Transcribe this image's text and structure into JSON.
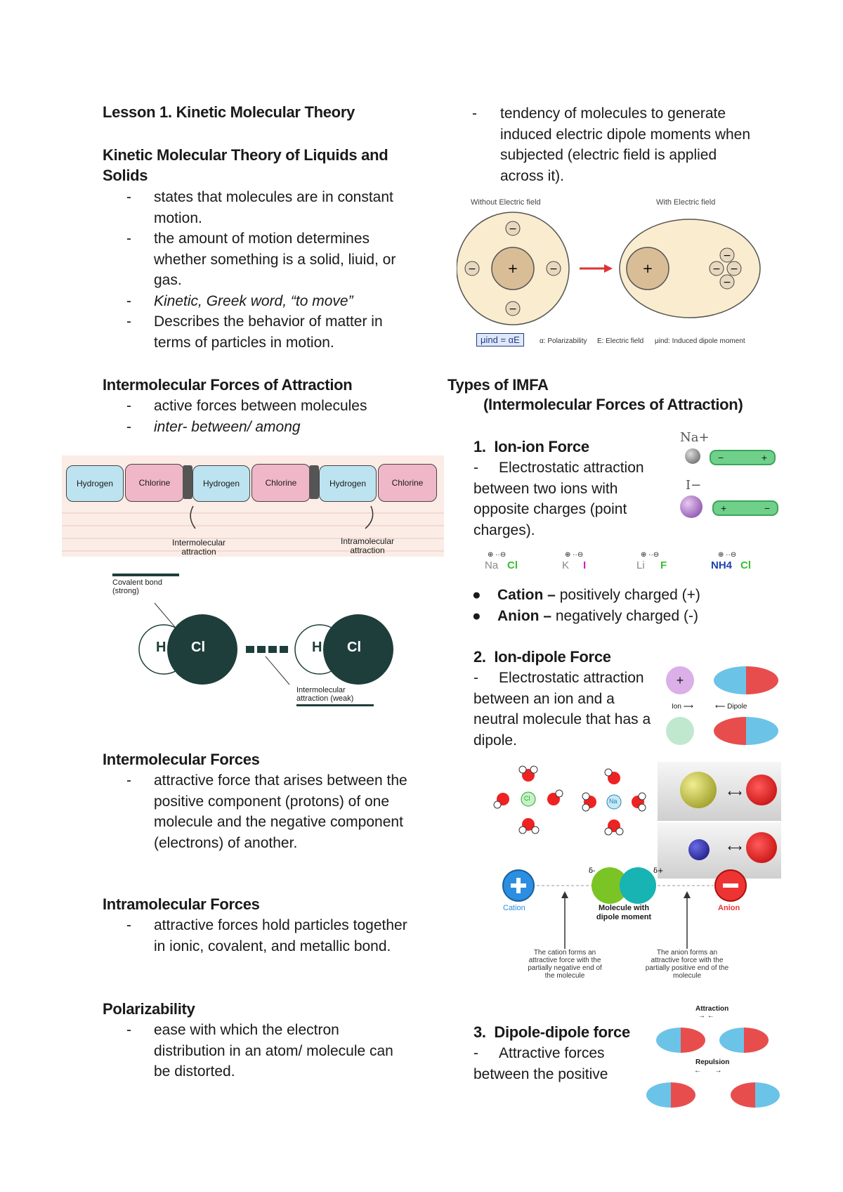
{
  "left": {
    "lesson_title": "Lesson 1. Kinetic Molecular Theory",
    "kmt": {
      "heading": "Kinetic Molecular Theory of Liquids and Solids",
      "bullets": [
        "states that molecules are in constant motion.",
        "the amount of motion determines whether something is a solid, liuid, or gas.",
        "Kinetic, Greek word, “to move”",
        "Describes the behavior of matter in terms of particles in motion."
      ]
    },
    "imfa": {
      "heading": "Intermolecular Forces of Attraction",
      "bullets": [
        "active forces between molecules",
        "inter- between/ among"
      ]
    },
    "hcl_chain": {
      "cells": [
        "Hydrogen",
        "Chlorine",
        "Hydrogen",
        "Chlorine",
        "Hydrogen",
        "Chlorine"
      ],
      "label_inter": "Intermolecular attraction",
      "label_intra": "Intramolecular attraction"
    },
    "hcl_bond": {
      "covalent_label": "Covalent bond (strong)",
      "h": "H",
      "cl": "Cl",
      "inter_label": "Intermolecular attraction (weak)"
    },
    "intermolecular_forces": {
      "heading": "Intermolecular Forces",
      "bullets": [
        "attractive force that arises between the positive component (protons) of one molecule and the negative component (electrons) of another."
      ]
    },
    "intramolecular_forces": {
      "heading": "Intramolecular Forces",
      "bullets": [
        "attractive forces hold particles together in ionic, covalent, and metallic bond."
      ]
    },
    "polarizability": {
      "heading": "Polarizability",
      "bullets": [
        "ease with which the electron distribution in an atom/ molecule can be distorted."
      ]
    }
  },
  "right": {
    "polar_bullet": "tendency of molecules to generate induced electric dipole moments when subjected (electric field is applied across it).",
    "field_diagram": {
      "without": "Without Electric field",
      "with": "With Electric field",
      "formula": "μind = αE",
      "legend": [
        "α: Polarizability",
        "E: Electric field",
        "μind: Induced dipole moment"
      ]
    },
    "types_heading": "Types of IMFA",
    "types_sub": "(Intermolecular Forces of Attraction)",
    "ion_ion": {
      "heading": "1.  Ion-ion Force",
      "text": "Electrostatic attraction between two ions with opposite charges (point charges).",
      "na": "Na+",
      "i": "I−",
      "salts": [
        "Na",
        "Cl",
        "K",
        "I",
        "Li",
        "F",
        "NH4",
        "Cl"
      ]
    },
    "cation": {
      "term": "Cation –",
      "def": "positively charged (+)"
    },
    "anion": {
      "term": "Anion –",
      "def": "negatively charged (-)"
    },
    "ion_dipole": {
      "heading": "2.  Ion-dipole Force",
      "text": "Electrostatic attraction between an ion and a neutral molecule that has a dipole.",
      "ion_lbl": "Ion",
      "dipole_lbl": "Dipole",
      "cation_lbl": "Cation",
      "molecule_lbl": "Molecule with dipole moment",
      "anion_lbl": "Anion",
      "note_left": "The cation forms an attractive force with the partially negative end of the molecule",
      "note_right": "The anion forms an attractive force with the partially positive end of the molecule",
      "cl": "Cl",
      "na": "Na"
    },
    "dipole_dipole": {
      "heading": "3.  Dipole-dipole force",
      "text": "Attractive forces between the positive",
      "attraction": "Attraction",
      "repulsion": "Repulsion"
    }
  }
}
